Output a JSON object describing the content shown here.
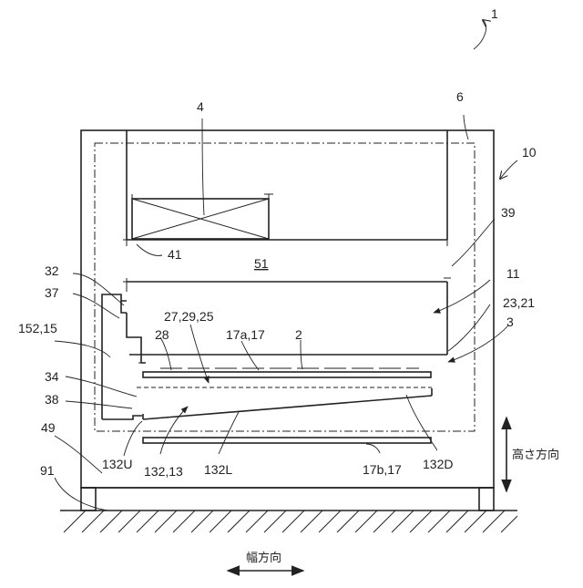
{
  "labels": {
    "l1": "1",
    "l4": "4",
    "l6": "6",
    "l10": "10",
    "l39": "39",
    "l41": "41",
    "l51": "51",
    "l32": "32",
    "l37": "37",
    "l11": "11",
    "l23_21": "23,21",
    "l3": "3",
    "l152_15": "152,15",
    "l27_29_25": "27,29,25",
    "l28": "28",
    "l17a_17": "17a,17",
    "l2": "2",
    "l34": "34",
    "l38": "38",
    "l49": "49",
    "l132U": "132U",
    "l132_13": "132,13",
    "l132L": "132L",
    "l17b_17": "17b,17",
    "l132D": "132D",
    "l91": "91"
  },
  "directions": {
    "height": "高さ方向",
    "width": "幅方向"
  }
}
